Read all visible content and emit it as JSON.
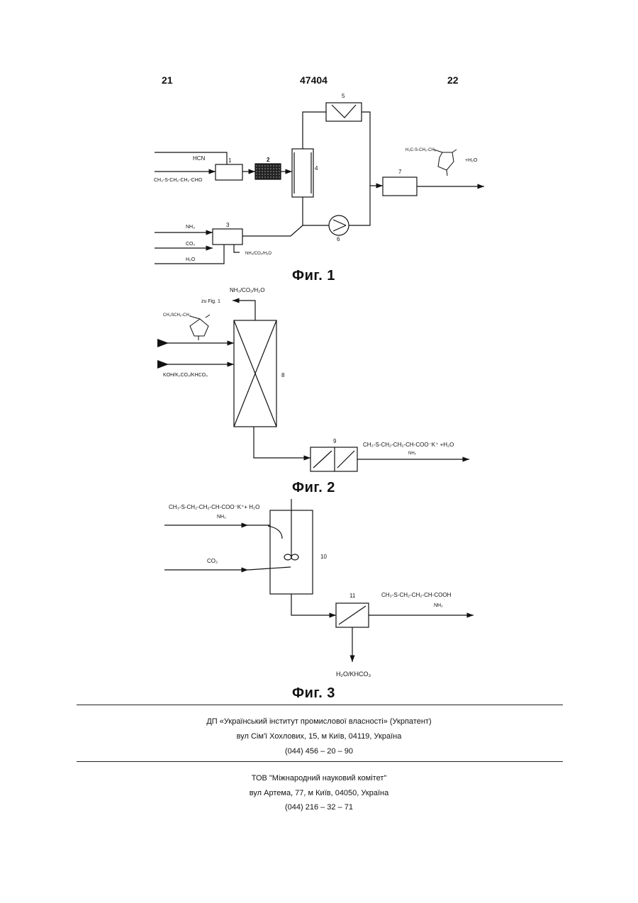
{
  "header": {
    "left_page": "21",
    "patent_number": "47404",
    "right_page": "22"
  },
  "figures": {
    "fig1": {
      "caption": "Фиг. 1",
      "labels": {
        "hcn": "HCN",
        "aldehyde": "CH₃-S-CH₂-CH₂-CHO",
        "nh3": "NH₃",
        "co2": "CO₂",
        "h2o": "H₂O",
        "recycle": "NH₃/CO₂/H₂O",
        "product": "H₃C-S-CH₂-CH₂",
        "water": "+H₂O",
        "n1": "1",
        "n2": "2",
        "n3": "3",
        "n4": "4",
        "n5": "5",
        "n6": "6",
        "n7": "7"
      }
    },
    "fig2": {
      "caption": "Фиг. 2",
      "labels": {
        "offgas": "NH₃/CO₂/H₂O",
        "zu": "zu Fig. 1",
        "hydantoin": "CH₃SCH₂-CH₂",
        "base": "KOH/K₂CO₃/KHCO₃",
        "n8": "8",
        "n9": "9",
        "product": "CH₃-S-CH₂-CH₂-CH-COO⁻K⁺ +H₂O",
        "nh2": "NH₂"
      }
    },
    "fig3": {
      "caption": "Фиг. 3",
      "labels": {
        "feed": "CH₃-S-CH₂-CH₂-CH-COO⁻K⁺+ H₂O",
        "nh2": "NH₂",
        "co2": "CO₂",
        "n10": "10",
        "n11": "11",
        "product": "CH₃-S-CH₂-CH₂-CH-COOH",
        "product_nh2": "NH₂",
        "byproduct": "H₂O/KHCO₃"
      }
    }
  },
  "footer": {
    "org1": "ДП «Український інститут промислової власності» (Укрпатент)",
    "addr1": "вул  Сім'ї Хохлових, 15, м  Київ, 04119, Україна",
    "phone1": "(044) 456 – 20 –  90",
    "org2": "ТОВ \"Міжнародний науковий комітет\"",
    "addr2": "вул  Артема, 77, м  Київ, 04050, Україна",
    "phone2": "(044) 216 – 32 – 71"
  }
}
